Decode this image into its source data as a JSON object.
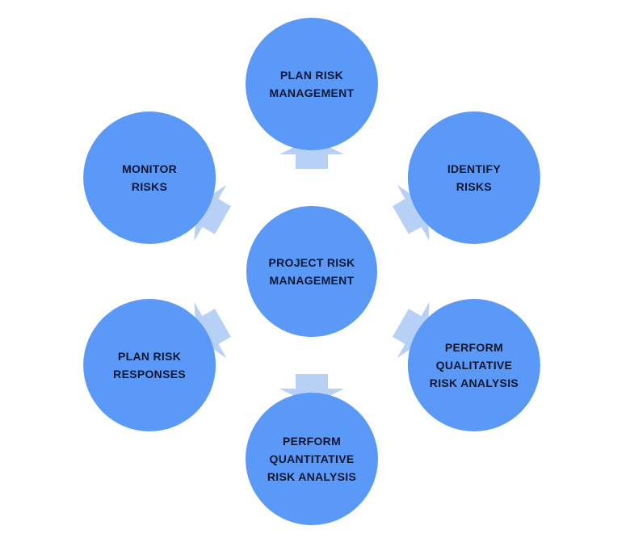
{
  "colors": {
    "node_fill": "#5a99f7",
    "arrow_fill": "#b7d0f6",
    "text": "#0e1630",
    "background": "#ffffff"
  },
  "center": {
    "lines": [
      "PROJECT RISK",
      "MANAGEMENT"
    ]
  },
  "steps": [
    {
      "key": "plan-risk-management",
      "lines": [
        "PLAN RISK",
        "MANAGEMENT"
      ]
    },
    {
      "key": "identify-risks",
      "lines": [
        "IDENTIFY",
        "RISKS"
      ]
    },
    {
      "key": "perform-qualitative-risk-analysis",
      "lines": [
        "PERFORM",
        "QUALITATIVE",
        "RISK ANALYSIS"
      ]
    },
    {
      "key": "perform-quantitative-risk-analysis",
      "lines": [
        "PERFORM",
        "QUANTITATIVE",
        "RISK ANALYSIS"
      ]
    },
    {
      "key": "plan-risk-responses",
      "lines": [
        "PLAN RISK",
        "RESPONSES"
      ]
    },
    {
      "key": "monitor-risks",
      "lines": [
        "MONITOR",
        "RISKS"
      ]
    }
  ],
  "arrows": [
    {
      "key": "to-plan-risk-management",
      "icon": "arrow-up-icon"
    },
    {
      "key": "to-identify-risks",
      "icon": "arrow-up-right-icon"
    },
    {
      "key": "to-perform-qualitative-risk-analysis",
      "icon": "arrow-down-right-icon"
    },
    {
      "key": "to-perform-quantitative-risk-analysis",
      "icon": "arrow-down-icon"
    },
    {
      "key": "to-plan-risk-responses",
      "icon": "arrow-down-left-icon"
    },
    {
      "key": "to-monitor-risks",
      "icon": "arrow-up-left-icon"
    }
  ]
}
